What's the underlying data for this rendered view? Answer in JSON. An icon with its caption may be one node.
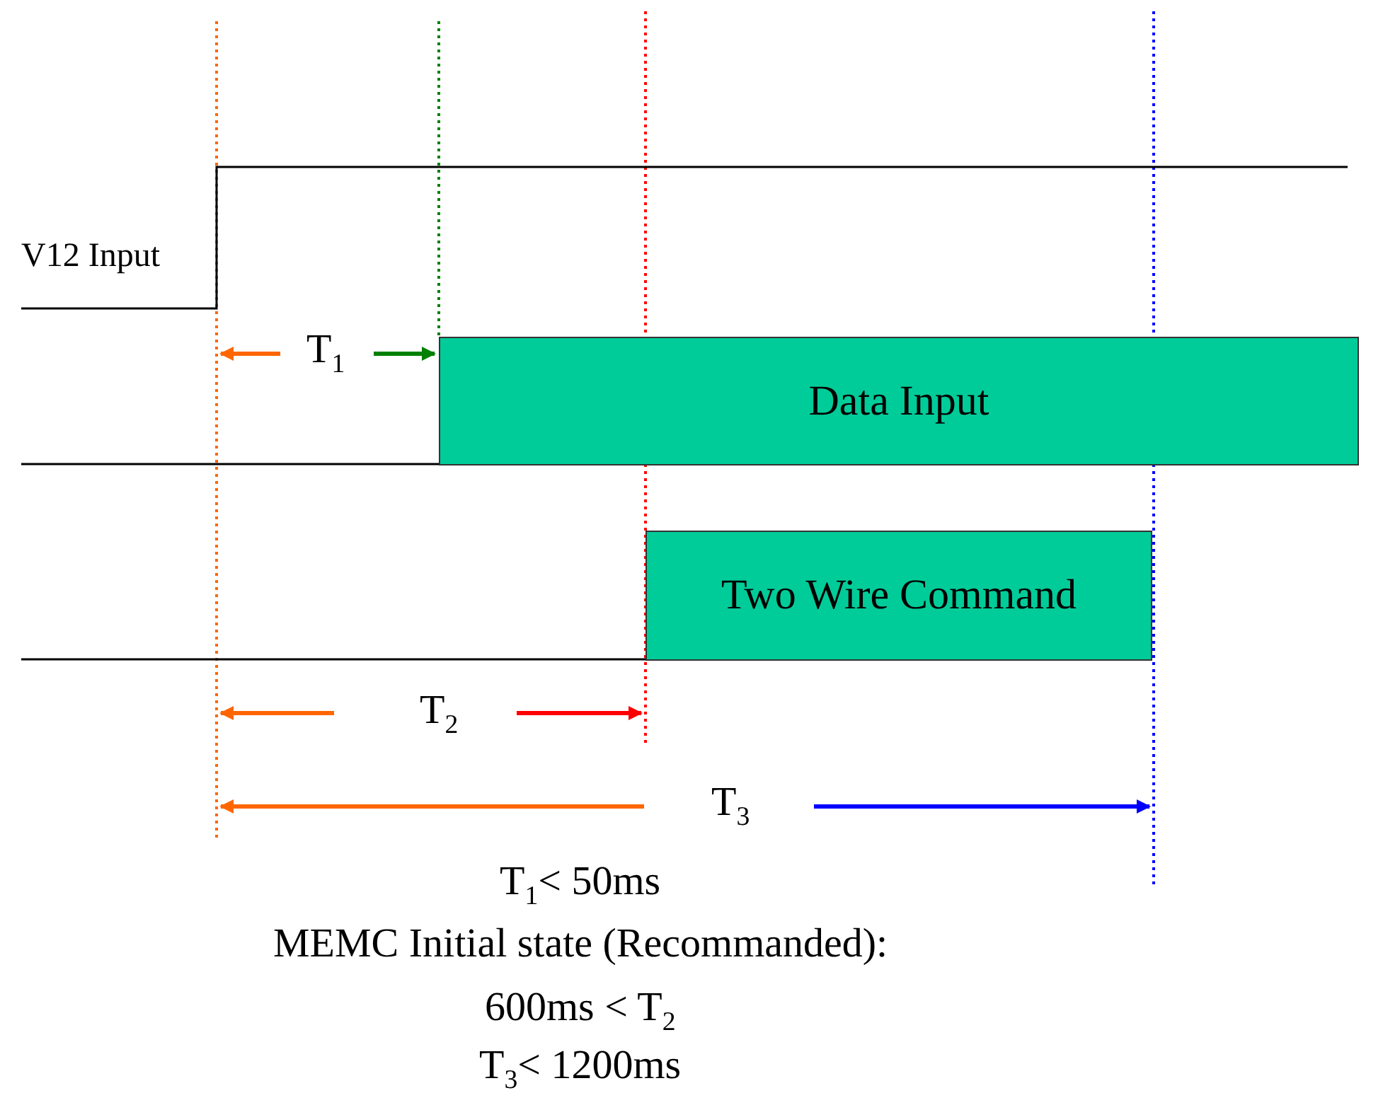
{
  "diagram": {
    "nodes": [
      {
        "text": [
          "Data Input"
        ]
      },
      {
        "text": [
          "Two Wire Command"
        ]
      }
    ],
    "edges": [],
    "labels": [
      "V12 Input",
      "T$_{1}$",
      "T$_{2}$",
      "T$_{3}$",
      "T$_{1}$< 50ms",
      "MEMC Initial state (Recommanded):",
      "600ms < T$_{2}$",
      "T$_{3}$< 1200ms"
    ]
  }
}
